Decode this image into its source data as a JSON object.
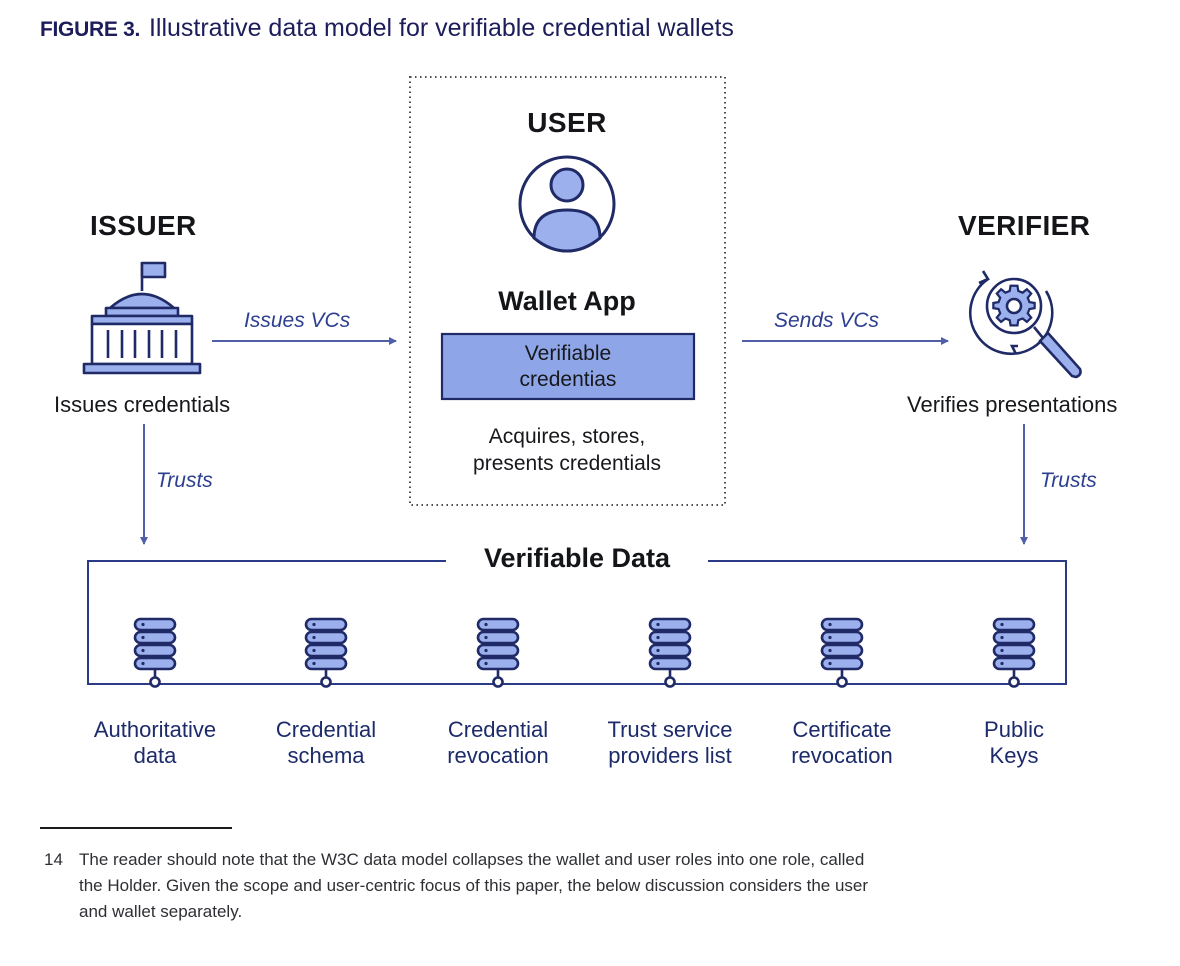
{
  "figure": {
    "number": "FIGURE 3.",
    "title": "Illustrative data model for verifiable credential wallets"
  },
  "issuer": {
    "heading": "ISSUER",
    "caption": "Issues credentials",
    "icon": "government-building-icon"
  },
  "user": {
    "heading": "USER",
    "icon": "user-avatar-icon",
    "wallet_title": "Wallet App",
    "box_line1": "Verifiable",
    "box_line2": "credentias",
    "desc_line1": "Acquires, stores,",
    "desc_line2": "presents credentials"
  },
  "verifier": {
    "heading": "VERIFIER",
    "caption": "Verifies presentations",
    "icon": "gear-magnifier-icon"
  },
  "edges": {
    "issues": "Issues VCs",
    "sends": "Sends VCs",
    "trusts_left": "Trusts",
    "trusts_right": "Trusts"
  },
  "data_panel": {
    "title": "Verifiable Data",
    "items": [
      {
        "line1": "Authoritative",
        "line2": "data",
        "icon": "database-icon"
      },
      {
        "line1": "Credential",
        "line2": "schema",
        "icon": "database-icon"
      },
      {
        "line1": "Credential",
        "line2": "revocation",
        "icon": "database-icon"
      },
      {
        "line1": "Trust service",
        "line2": "providers list",
        "icon": "database-icon"
      },
      {
        "line1": "Certificate",
        "line2": "revocation",
        "icon": "database-icon"
      },
      {
        "line1": "Public",
        "line2": "Keys",
        "icon": "database-icon"
      }
    ]
  },
  "footnote": {
    "number": "14",
    "line1": "The reader should note that the W3C data model collapses the wallet and user roles into one role, called",
    "line2": "the Holder. Given the scope and user-centric focus of this paper, the below discussion considers the user",
    "line3": "and wallet separately."
  },
  "colors": {
    "navy": "#1c1d5a",
    "blue": "#3f51a8",
    "light_blue_fill": "#8fa6e6",
    "box_fill": "#8ea5e8",
    "line": "#5060a8"
  }
}
